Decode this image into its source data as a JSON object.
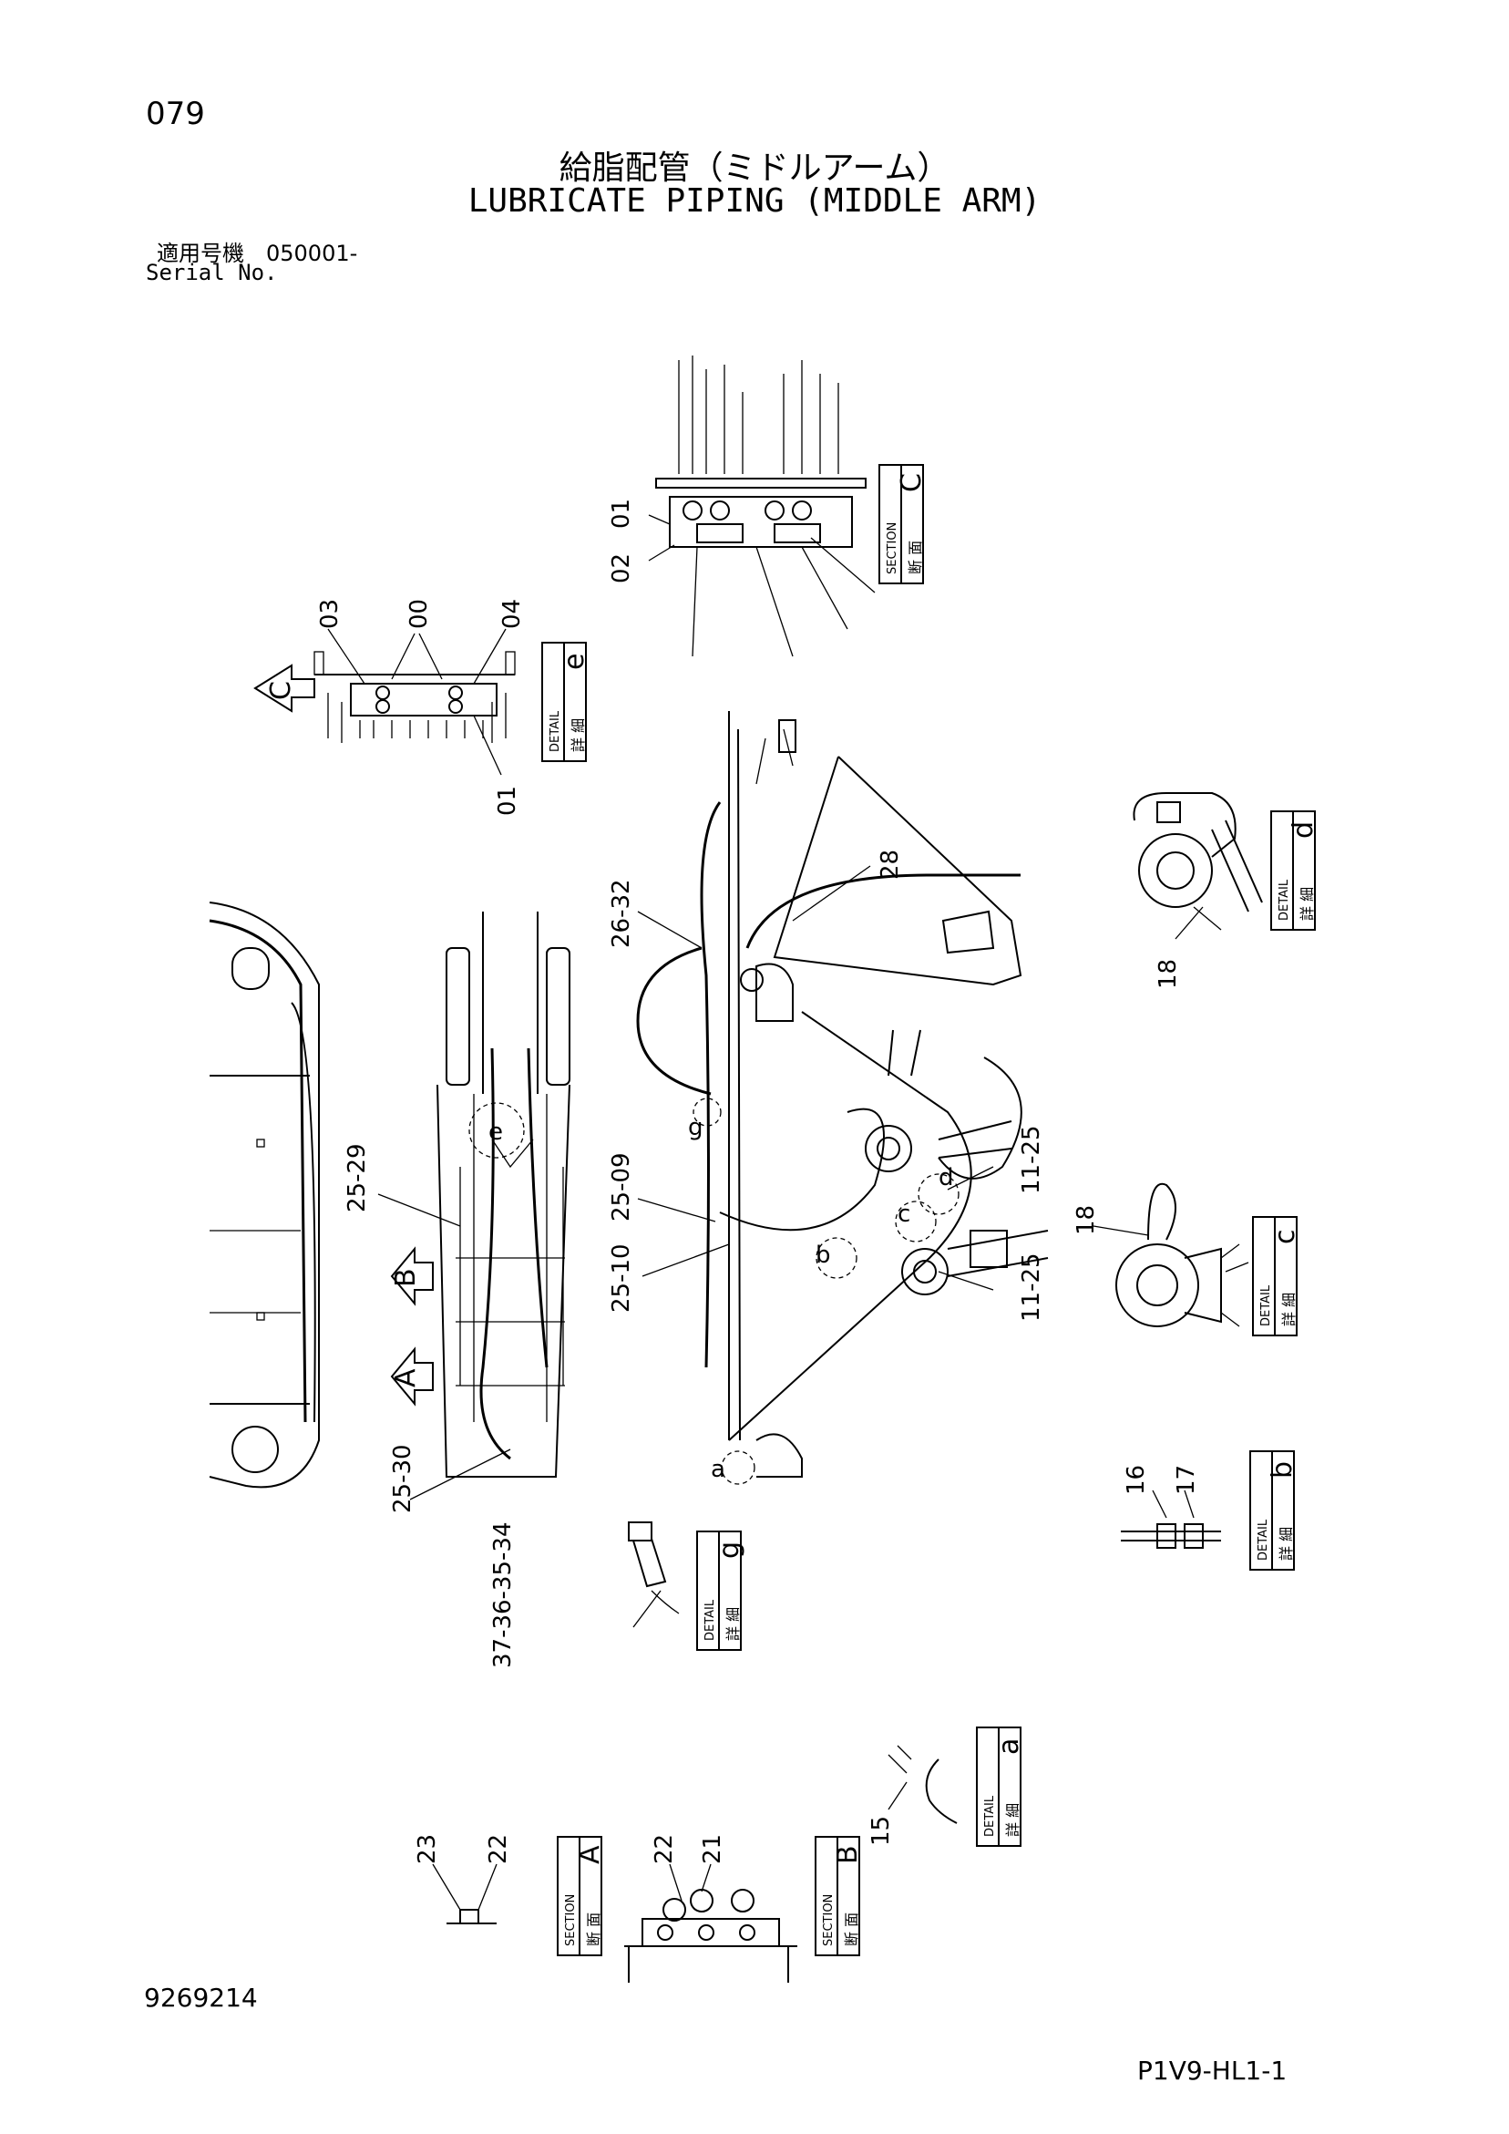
{
  "header": {
    "page_number": "079",
    "title_jp": "給脂配管（ミドルアーム）",
    "title_en": "LUBRICATE PIPING (MIDDLE ARM)",
    "serial_label_jp": "適用号機　050001-",
    "serial_label_en": "Serial No."
  },
  "footer": {
    "doc_number": "9269214",
    "drawing_code": "P1V9-HL1-1"
  },
  "detail_boxes": [
    {
      "kanji": "断 面",
      "sub": "SECTION",
      "letter": "C"
    },
    {
      "kanji": "詳 細",
      "sub": "DETAIL",
      "letter": "e"
    },
    {
      "kanji": "詳 細",
      "sub": "DETAIL",
      "letter": "d"
    },
    {
      "kanji": "詳 細",
      "sub": "DETAIL",
      "letter": "c"
    },
    {
      "kanji": "詳 細",
      "sub": "DETAIL",
      "letter": "b"
    },
    {
      "kanji": "詳 細",
      "sub": "DETAIL",
      "letter": "g"
    },
    {
      "kanji": "詳 細",
      "sub": "DETAIL",
      "letter": "a"
    },
    {
      "kanji": "断 面",
      "sub": "SECTION",
      "letter": "A"
    },
    {
      "kanji": "断 面",
      "sub": "SECTION",
      "letter": "B"
    }
  ],
  "view_arrows": [
    "C",
    "B",
    "A"
  ],
  "detail_markers": [
    "e",
    "g",
    "d",
    "c",
    "b",
    "a"
  ],
  "part_labels": {
    "sec_c_top": "01",
    "sec_c_bottom": "02",
    "det_e_left": "03",
    "det_e_mid": "00",
    "det_e_right": "04",
    "det_e_bottom": "01",
    "det_d": "18",
    "det_c": "18",
    "det_b_left": "16",
    "det_b_right": "17",
    "det_a": "15",
    "main_26_32": "26-32",
    "main_28": "28",
    "main_25_29": "25-29",
    "main_25_09": "25-09",
    "main_25_10": "25-10",
    "main_11_25_top": "11-25",
    "main_11_25_bottom": "11-25",
    "main_25_30": "25-30",
    "det_g": "37-36-35-34",
    "sec_a_left": "23",
    "sec_a_right": "22",
    "sec_b_left": "22",
    "sec_b_right": "21"
  }
}
